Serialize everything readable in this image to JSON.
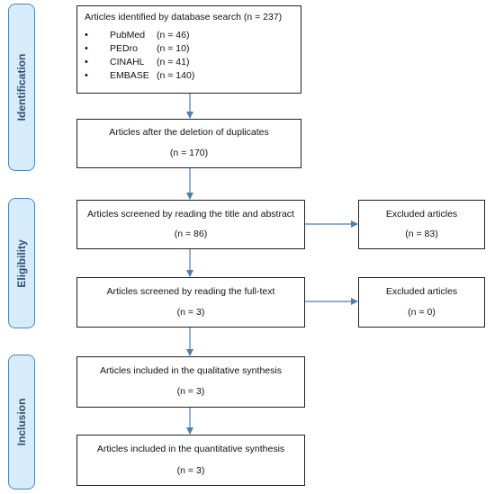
{
  "phases": {
    "identification": "Identification",
    "eligibility": "Eligibility",
    "inclusion": "Inclusion"
  },
  "boxes": {
    "identified": {
      "title": "Articles identified by database search (n = 237)",
      "sources": [
        {
          "bullet": "•",
          "name": "PubMed",
          "count": "(n = 46)"
        },
        {
          "bullet": "•",
          "name": "PEDro",
          "count": "(n = 10)"
        },
        {
          "bullet": "•",
          "name": "CINAHL",
          "count": "(n = 41)"
        },
        {
          "bullet": "•",
          "name": "EMBASE",
          "count": "(n = 140)"
        }
      ]
    },
    "dedup": {
      "title": "Articles after the deletion of duplicates",
      "count": "(n = 170)"
    },
    "screened_abstract": {
      "title": "Articles screened by reading the title and abstract",
      "count": "(n = 86)"
    },
    "excluded_1": {
      "title": "Excluded articles",
      "count": "(n = 83)"
    },
    "screened_fulltext": {
      "title": "Articles screened by reading the full-text",
      "count": "(n = 3)"
    },
    "excluded_2": {
      "title": "Excluded articles",
      "count": "(n = 0)"
    },
    "qualitative": {
      "title": "Articles included in the qualitative synthesis",
      "count": "(n = 3)"
    },
    "quantitative": {
      "title": "Articles included in the quantitative synthesis",
      "count": "(n = 3)"
    }
  },
  "colors": {
    "phase_fill": "#d7ecfb",
    "phase_border": "#4f84b4",
    "arrow": "#4f7fae"
  }
}
